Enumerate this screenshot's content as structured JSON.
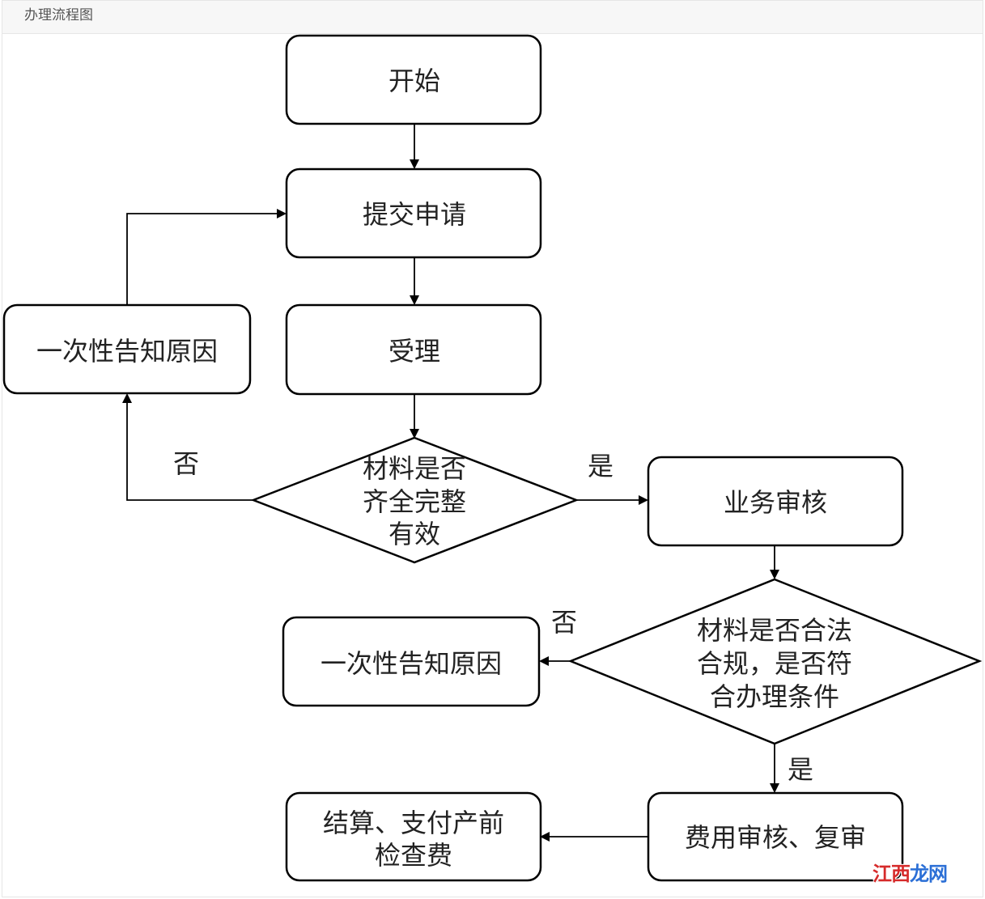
{
  "header": {
    "title": "办理流程图"
  },
  "nodes": {
    "start": {
      "lines": [
        "开始"
      ]
    },
    "submit": {
      "lines": [
        "提交申请"
      ]
    },
    "accept": {
      "lines": [
        "受理"
      ]
    },
    "notify_left": {
      "lines": [
        "一次性告知原因"
      ]
    },
    "check_materials": {
      "lines": [
        "材料是否",
        "齐全完整",
        "有效"
      ]
    },
    "business_review": {
      "lines": [
        "业务审核"
      ]
    },
    "check_compliance": {
      "lines": [
        "材料是否合法",
        "合规，是否符",
        "合办理条件"
      ]
    },
    "notify_middle": {
      "lines": [
        "一次性告知原因"
      ]
    },
    "fee_review": {
      "lines": [
        "费用审核、复审"
      ]
    },
    "settlement": {
      "lines": [
        "结算、支付产前",
        "检查费"
      ]
    }
  },
  "edge_labels": {
    "materials_no": "否",
    "materials_yes": "是",
    "compliance_no": "否",
    "compliance_yes": "是"
  },
  "watermark": {
    "part1": "江西",
    "part2": "龙网"
  }
}
